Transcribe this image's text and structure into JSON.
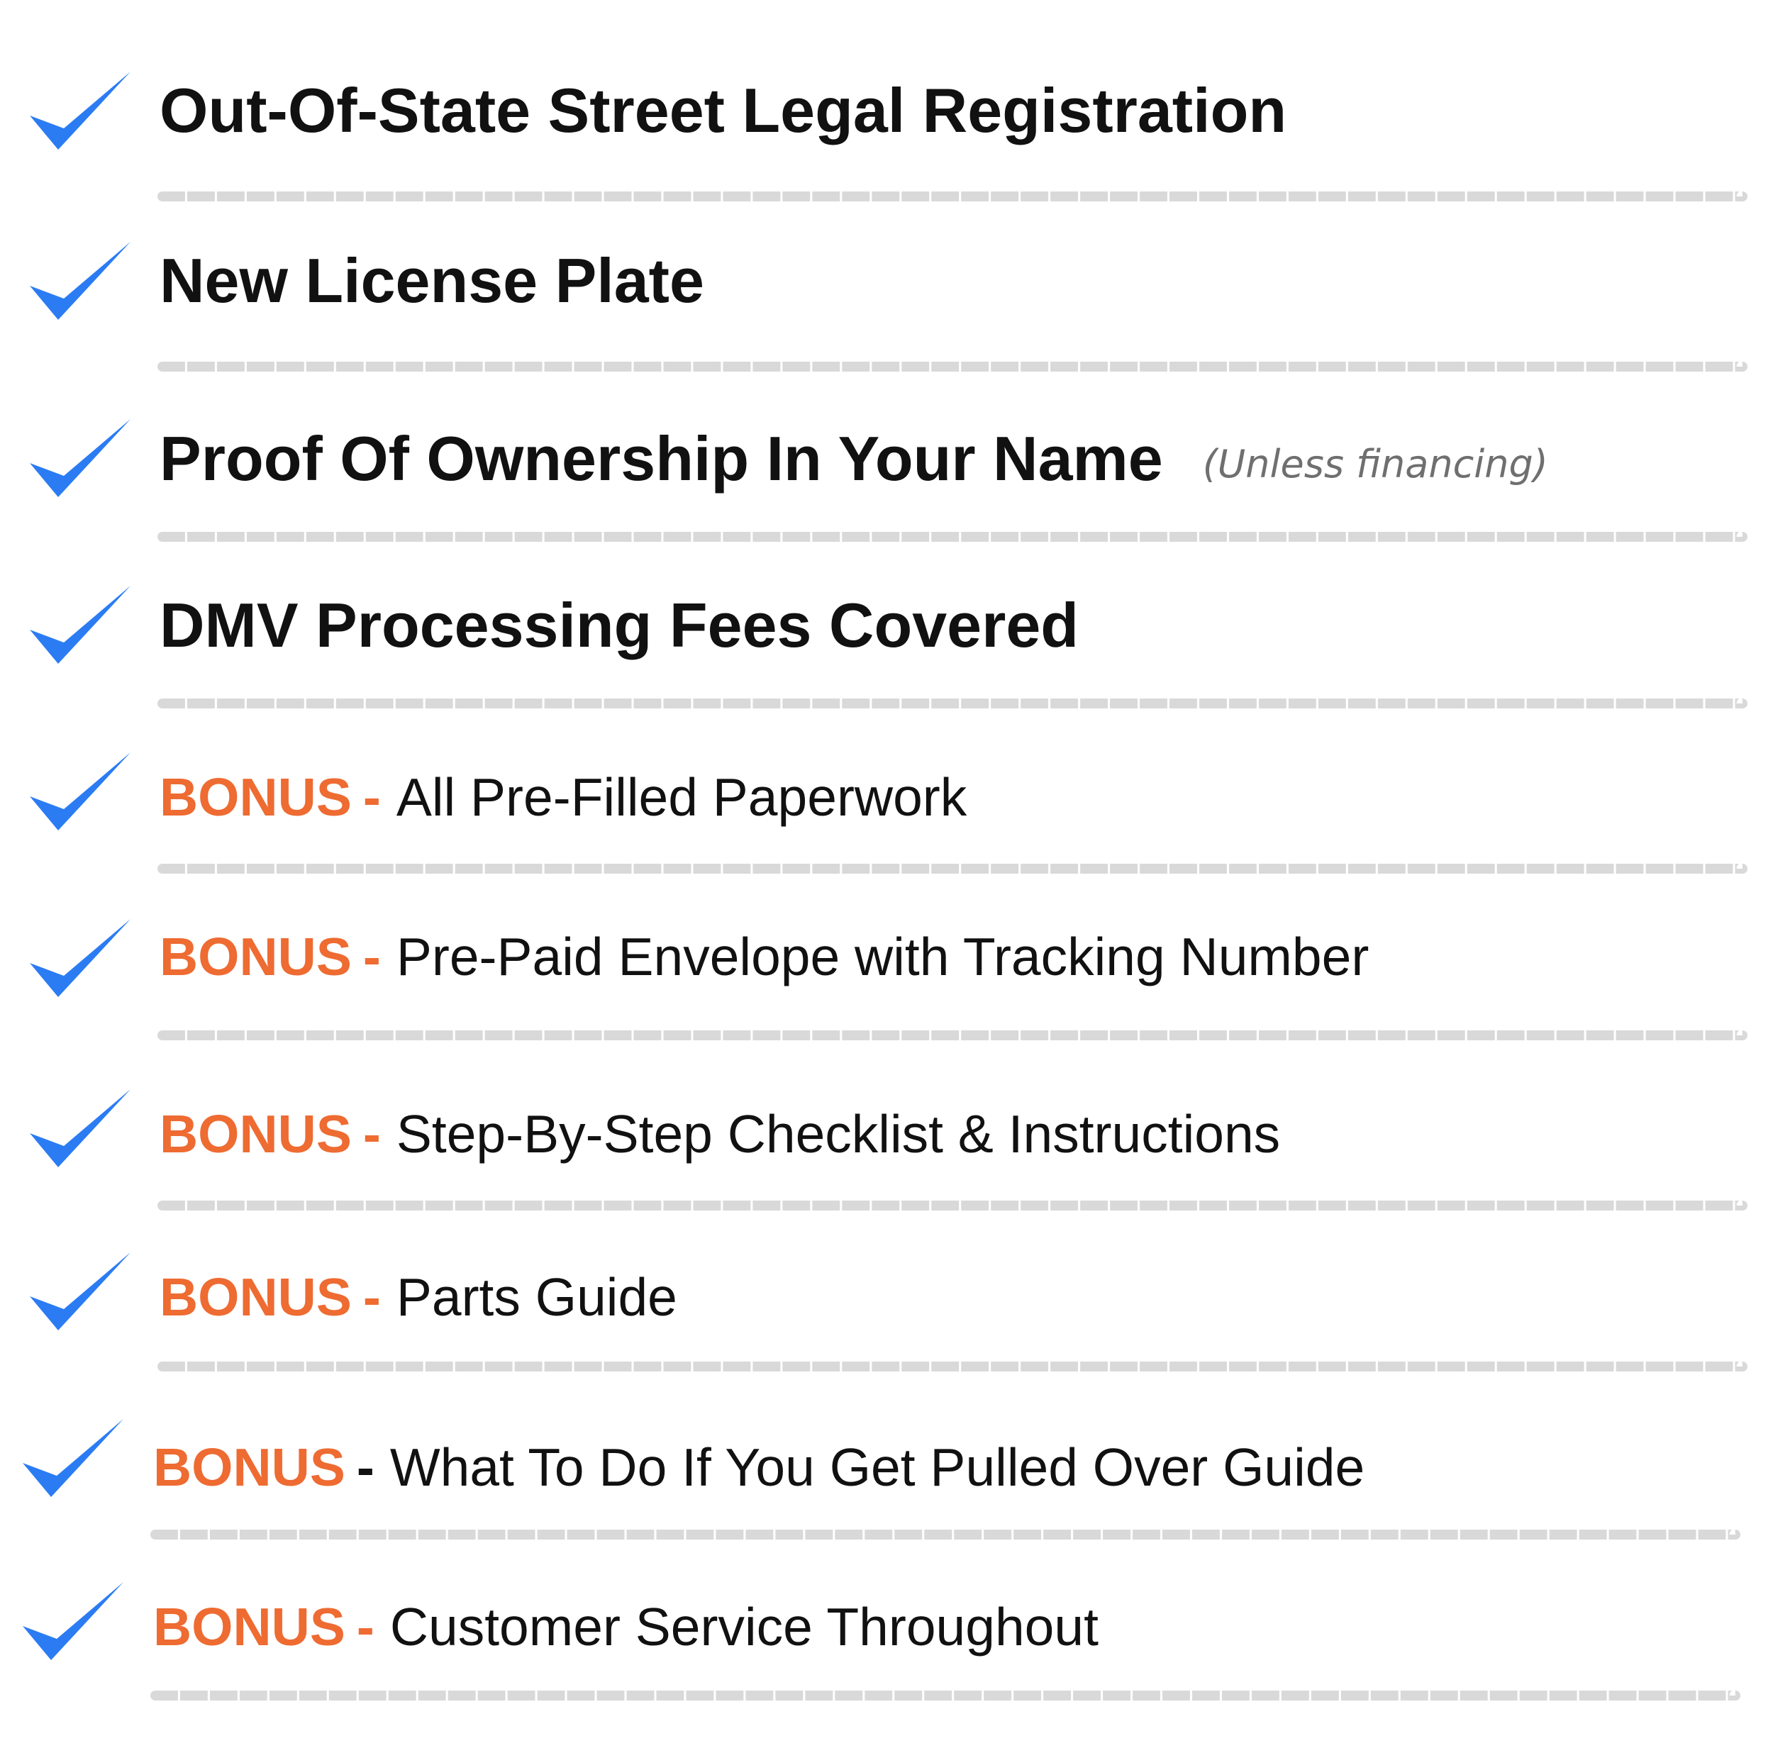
{
  "colors": {
    "check": "#2b7cf3",
    "bonus": "#ee6b32",
    "text": "#111111",
    "note": "#6f6f6f",
    "divider": "#d9d9d9"
  },
  "icons": {
    "check": "checkmark-icon"
  },
  "items": [
    {
      "text": "Out-Of-State Street Legal Registration"
    },
    {
      "text": "New License Plate"
    },
    {
      "text": "Proof Of Ownership In Your Name",
      "note": "(Unless financing)"
    },
    {
      "text": "DMV Processing Fees Covered"
    },
    {
      "tag": "BONUS",
      "sep": "-",
      "text": "All Pre-Filled Paperwork"
    },
    {
      "tag": "BONUS",
      "sep": "-",
      "text": "Pre-Paid Envelope with Tracking Number"
    },
    {
      "tag": "BONUS",
      "sep": "-",
      "text": "Step-By-Step Checklist & Instructions"
    },
    {
      "tag": "BONUS",
      "sep": "-",
      "text": "Parts Guide"
    },
    {
      "tag": "BONUS",
      "sep": "-",
      "text": "What To Do If You Get Pulled Over Guide"
    },
    {
      "tag": "BONUS",
      "sep": "-",
      "text": "Customer Service Throughout"
    }
  ]
}
